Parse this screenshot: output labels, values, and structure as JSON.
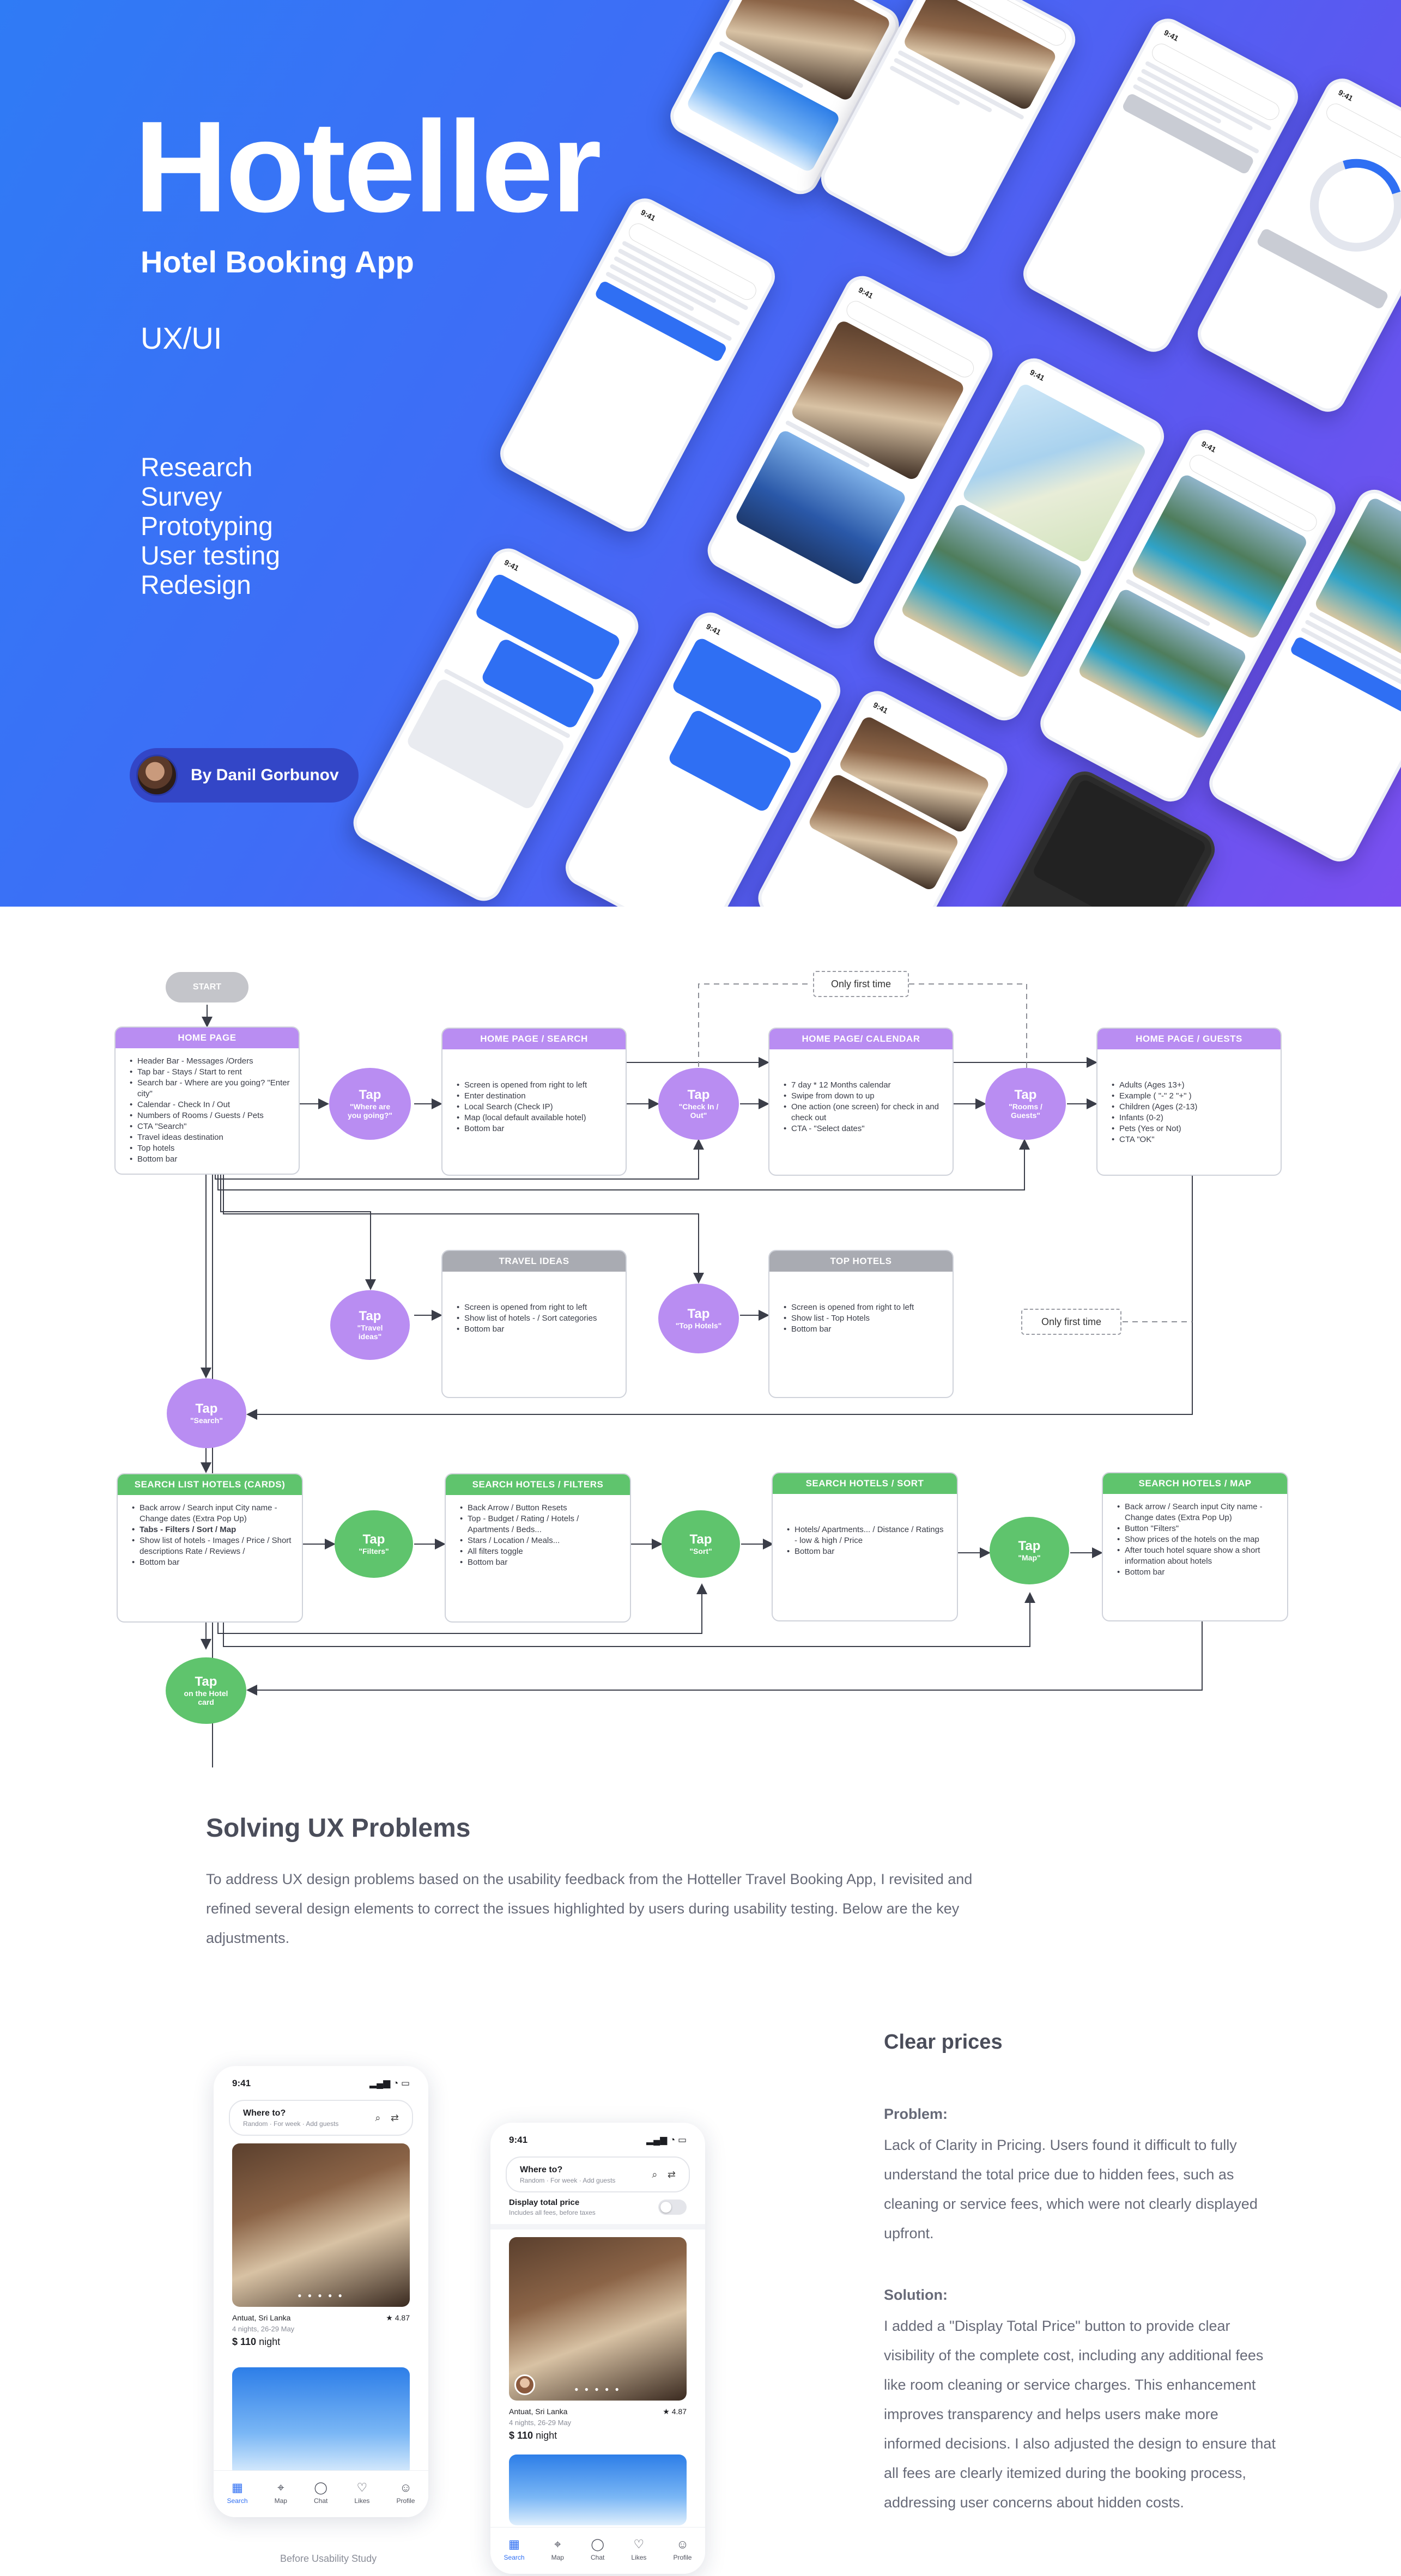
{
  "hero": {
    "title": "Hoteller",
    "subtitle": "Hotel Booking App",
    "discipline": "UX/UI",
    "services": [
      "Research",
      "Survey",
      "Prototyping",
      "User testing",
      "Redesign"
    ],
    "author": "By Danil Gorbunov"
  },
  "flow": {
    "start": "START",
    "only_first_time": "Only first time",
    "nodes": {
      "home_page": {
        "title": "HOME PAGE",
        "items": [
          "Header Bar - Messages /Orders",
          "Tap bar - Stays / Start to rent",
          "Search bar - Where are you going? \"Enter city\"",
          "Calendar - Check In / Out",
          "Numbers of Rooms / Guests / Pets",
          "CTA \"Search\"",
          "Travel ideas destination",
          "Top hotels",
          "Bottom bar"
        ]
      },
      "home_search": {
        "title": "HOME PAGE / SEARCH",
        "items": [
          "Screen is opened from right to left",
          "Enter destination",
          "Local Search (Check IP)",
          "Map (local default available hotel)",
          "Bottom bar"
        ]
      },
      "home_calendar": {
        "title": "HOME PAGE/ CALENDAR",
        "items": [
          "7 day * 12 Months calendar",
          "Swipe from down to up",
          "One action (one screen) for check in and check out",
          "CTA - \"Select dates\""
        ]
      },
      "home_guests": {
        "title": "HOME PAGE / GUESTS",
        "items": [
          "Adults (Ages 13+)",
          "Example ( \"-\" 2 \"+\" )",
          "Children (Ages (2-13)",
          "Infants (0-2)",
          "Pets (Yes or Not)",
          "CTA \"OK\""
        ]
      },
      "travel_ideas": {
        "title": "TRAVEL IDEAS",
        "items": [
          "Screen is opened from right to left",
          "Show list of hotels - / Sort categories",
          "Bottom bar"
        ]
      },
      "top_hotels": {
        "title": "TOP HOTELS",
        "items": [
          "Screen is opened from right to left",
          "Show list - Top Hotels",
          "Bottom bar"
        ]
      },
      "search_list": {
        "title": "SEARCH LIST HOTELS (CARDS)",
        "items": [
          "Back arrow / Search input City name - Change dates (Extra Pop Up)",
          "Tabs - Filters / Sort / Map",
          "Show list of hotels - Images / Price / Short descriptions Rate / Reviews /",
          "Bottom bar"
        ]
      },
      "search_filters": {
        "title": "SEARCH HOTELS / FILTERS",
        "items": [
          "Back Arrow / Button Resets",
          "Top - Budget / Rating / Hotels / Apartments / Beds...",
          "Stars / Location / Meals...",
          "All filters toggle",
          "Bottom bar"
        ]
      },
      "search_sort": {
        "title": "SEARCH HOTELS / SORT",
        "items": [
          "Hotels/ Apartments... / Distance / Ratings - low & high / Price",
          "Bottom bar"
        ]
      },
      "search_map": {
        "title": "SEARCH HOTELS / MAP",
        "items": [
          "Back arrow / Search input City name - Change dates (Extra Pop Up)",
          "Button \"Filters\"",
          "Show prices of the hotels on the map",
          "After touch hotel square show a short information about hotels",
          "Bottom bar"
        ]
      }
    },
    "taps": {
      "where": {
        "title": "Tap",
        "sub": "\"Where are you going?\""
      },
      "check": {
        "title": "Tap",
        "sub": "\"Check In / Out\""
      },
      "rooms": {
        "title": "Tap",
        "sub": "\"Rooms / Guests\""
      },
      "travel": {
        "title": "Tap",
        "sub": "\"Travel ideas\""
      },
      "top": {
        "title": "Tap",
        "sub": "\"Top Hotels\""
      },
      "search": {
        "title": "Tap",
        "sub": "\"Search\""
      },
      "filters": {
        "title": "Tap",
        "sub": "\"Filters\""
      },
      "sort": {
        "title": "Tap",
        "sub": "\"Sort\""
      },
      "map": {
        "title": "Tap",
        "sub": "\"Map\""
      },
      "card": {
        "title": "Tap",
        "sub": "on the Hotel card"
      }
    }
  },
  "solving": {
    "title": "Solving UX Problems",
    "body": "To address UX design problems based on the usability feedback from the Hotteller Travel Booking App, I revisited and refined several design elements to correct the issues highlighted by users during usability testing. Below are the key adjustments."
  },
  "mock_before": {
    "time": "9:41",
    "search_title": "Where to?",
    "search_sub": "Random · For week · Add guests",
    "hotel_location": "Antuat, Sri Lanka",
    "rating": "★ 4.87",
    "dates": "4 nights, 26-29 May",
    "price_amount": "$ 110",
    "price_unit": "night",
    "caption": "Before Usability Study"
  },
  "mock_after": {
    "time": "9:41",
    "search_title": "Where to?",
    "search_sub": "Random · For week · Add guests",
    "toggle_title": "Display total price",
    "toggle_sub": "Includes all fees, before taxes",
    "hotel_location": "Antuat, Sri Lanka",
    "rating": "★ 4.87",
    "dates": "4 nights, 26-29 May",
    "price_amount": "$ 110",
    "price_unit": "night"
  },
  "tabbar": [
    "Search",
    "Map",
    "Chat",
    "Likes",
    "Profile"
  ],
  "clear_prices": {
    "title": "Clear prices",
    "problem_label": "Problem:",
    "problem_text": "Lack of Clarity in Pricing. Users found it difficult to fully understand the total price due to hidden fees, such as cleaning or service fees, which were not clearly displayed upfront.",
    "solution_label": "Solution:",
    "solution_text": "I added a \"Display Total Price\" button to provide clear visibility of the complete cost, including any additional fees like room cleaning or service charges. This enhancement improves transparency and helps users make more informed decisions. I also adjusted the design to ensure that all fees are clearly itemized during the booking process, addressing user concerns about hidden costs."
  },
  "colors": {
    "hero_start": "#2f7bf5",
    "hero_end": "#7b4ff0",
    "purple": "#b98df2",
    "green": "#5fc46d",
    "gray": "#a9abb2",
    "accent": "#2f6ff3"
  }
}
